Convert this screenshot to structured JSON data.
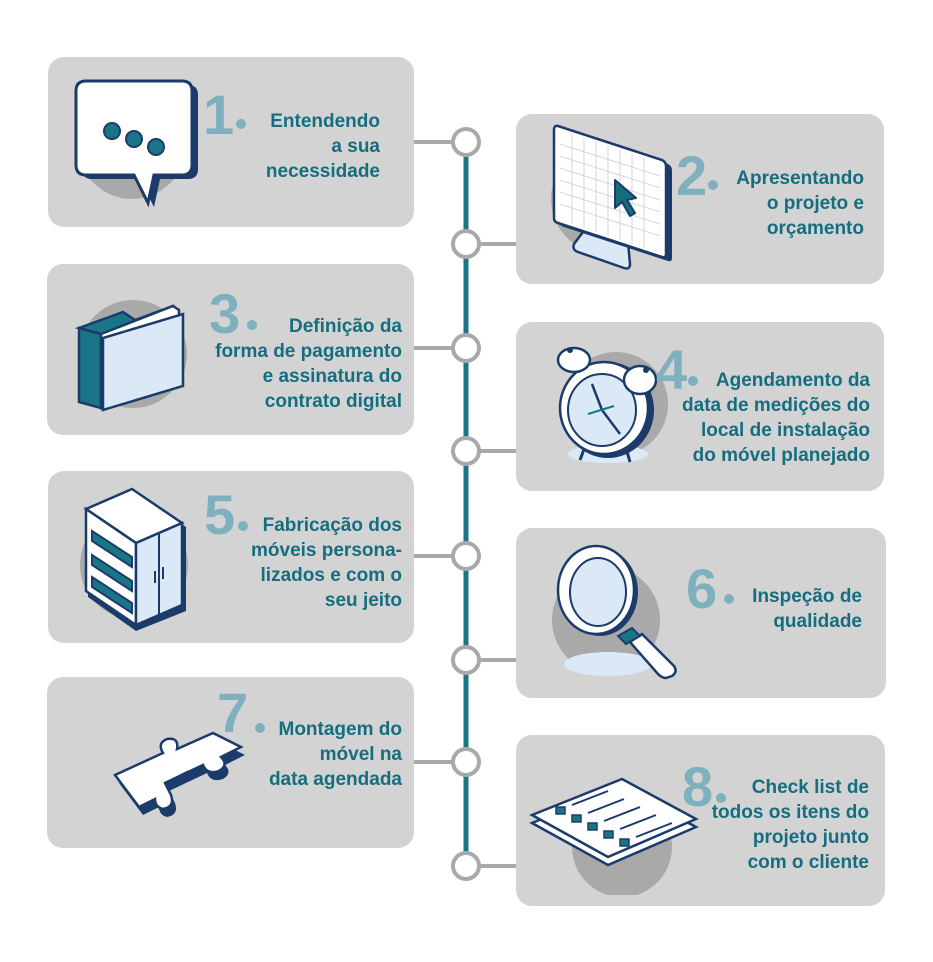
{
  "colors": {
    "card_background": "#d3d3d4",
    "number": "#7fb0bd",
    "text": "#156e7f",
    "timeline": "#1a7587",
    "connector": "#a9a9aa",
    "outline": "#1b3b6b",
    "illustration_fill": "#dbe9f7"
  },
  "steps": [
    {
      "number": "1",
      "text": "Entendendo\na sua\nnecessidade",
      "icon": "speech-bubble-icon"
    },
    {
      "number": "2",
      "text": "Apresentando\no projeto e\norçamento",
      "icon": "monitor-cursor-icon"
    },
    {
      "number": "3",
      "text": "Definição da\nforma de pagamento\ne assinatura do\ncontrato digital",
      "icon": "folder-icon"
    },
    {
      "number": "4",
      "text": "Agendamento da\ndata de medições do\nlocal de instalação\ndo móvel planejado",
      "icon": "alarm-clock-icon"
    },
    {
      "number": "5",
      "text": "Fabricação dos\nmóveis persona-\nlizados e com o\nseu jeito",
      "icon": "cabinet-icon"
    },
    {
      "number": "6",
      "text": "Inspeção de\nqualidade",
      "icon": "magnifier-icon"
    },
    {
      "number": "7",
      "text": "Montagem do\nmóvel na\ndata agendada",
      "icon": "puzzle-icon"
    },
    {
      "number": "8",
      "text": "Check list de\ntodos os itens do\nprojeto junto\ncom o cliente",
      "icon": "checklist-icon"
    }
  ]
}
